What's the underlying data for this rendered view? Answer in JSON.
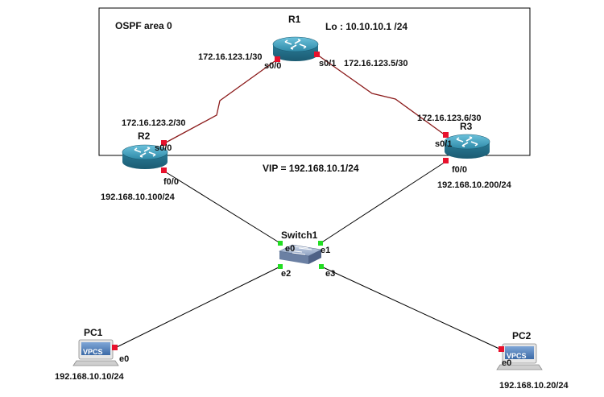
{
  "area_label": "OSPF area 0",
  "loopback_label": "Lo : 10.10.10.1 /24",
  "vip_label": "VIP = 192.168.10.1/24",
  "routers": {
    "r1": {
      "name": "R1"
    },
    "r2": {
      "name": "R2",
      "lan_ip": "192.168.10.100/24"
    },
    "r3": {
      "name": "R3",
      "lan_ip": "192.168.10.200/24"
    }
  },
  "switch": {
    "name": "Switch1"
  },
  "pcs": {
    "pc1": {
      "name": "PC1",
      "badge": "VPCS",
      "ip": "192.168.10.10/24"
    },
    "pc2": {
      "name": "PC2",
      "badge": "VPCS",
      "ip": "192.168.10.20/24"
    }
  },
  "links": {
    "r1_r2": {
      "r1_if": "s0/0",
      "r1_ip": "172.16.123.1/30",
      "r2_if": "s0/0",
      "r2_ip": "172.16.123.2/30"
    },
    "r1_r3": {
      "r1_if": "s0/1",
      "r1_ip": "172.16.123.5/30",
      "r3_if": "s0/1",
      "r3_ip": "172.16.123.6/30"
    },
    "r2_sw": {
      "r2_if": "f0/0",
      "sw_if": "e0"
    },
    "r3_sw": {
      "r3_if": "f0/0",
      "sw_if": "e1"
    },
    "pc1_sw": {
      "pc_if": "e0",
      "sw_if": "e2"
    },
    "pc2_sw": {
      "pc_if": "e0",
      "sw_if": "e3"
    }
  },
  "colors": {
    "serial_link": "#8b1a1a",
    "ethernet_link": "#000000",
    "port_up_serial": "#e8112d",
    "port_up_switch": "#22dd22",
    "router_body": "#2f8aa8",
    "switch_body": "#8ea2c2",
    "pc_screen": "#4a7bb7"
  },
  "icons": {
    "router": "router-icon",
    "switch": "switch-icon",
    "pc": "pc-icon"
  }
}
